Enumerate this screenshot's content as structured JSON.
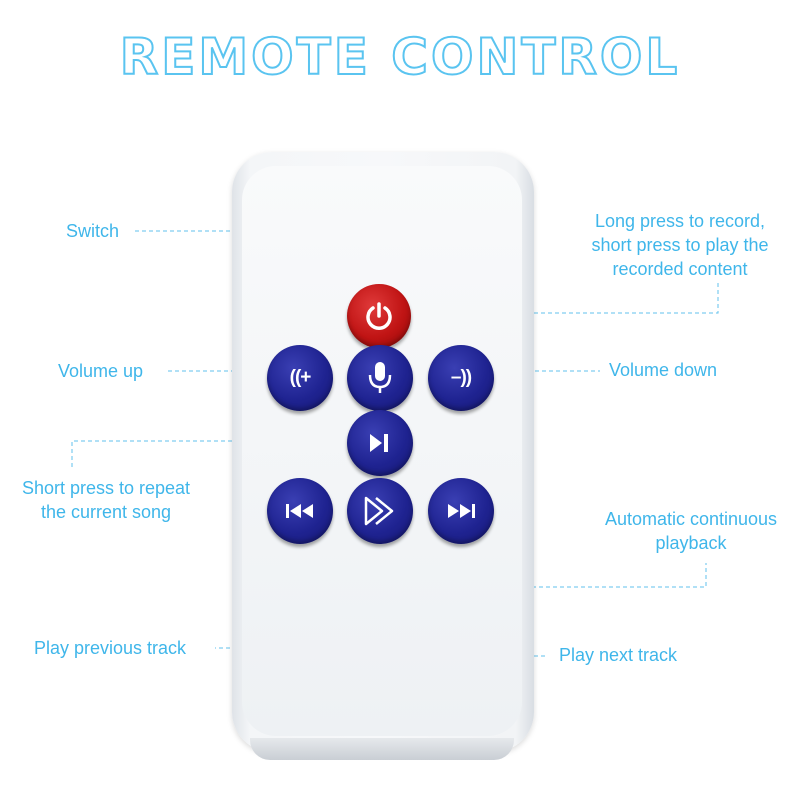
{
  "title": "REMOTE CONTROL",
  "labels": {
    "switch": "Switch",
    "record_line1": "Long press to record,",
    "record_line2": "short press to play the",
    "record_line3": "recorded content",
    "volume_up": "Volume up",
    "volume_down": "Volume down",
    "repeat_line1": "Short press to repeat",
    "repeat_line2": "the current song",
    "auto_line1": "Automatic continuous",
    "auto_line2": "playback",
    "previous": "Play previous track",
    "next": "Play next track"
  },
  "buttons": {
    "power": {
      "icon": "power-icon",
      "color": "#c01414"
    },
    "volume_up": {
      "icon": "volume-up-icon",
      "glyph": "((+",
      "color": "#1f2391"
    },
    "record": {
      "icon": "microphone-icon",
      "color": "#1f2391"
    },
    "volume_down": {
      "icon": "volume-down-icon",
      "glyph": "–))",
      "color": "#1f2391"
    },
    "play_pause": {
      "icon": "play-pause-icon",
      "color": "#1f2391"
    },
    "previous": {
      "icon": "previous-track-icon",
      "color": "#1f2391"
    },
    "auto_play": {
      "icon": "continuous-play-icon",
      "color": "#1f2391"
    },
    "next": {
      "icon": "next-track-icon",
      "color": "#1f2391"
    }
  },
  "colors": {
    "accent": "#3fb6ea",
    "title_outline": "#5ac4f0"
  }
}
